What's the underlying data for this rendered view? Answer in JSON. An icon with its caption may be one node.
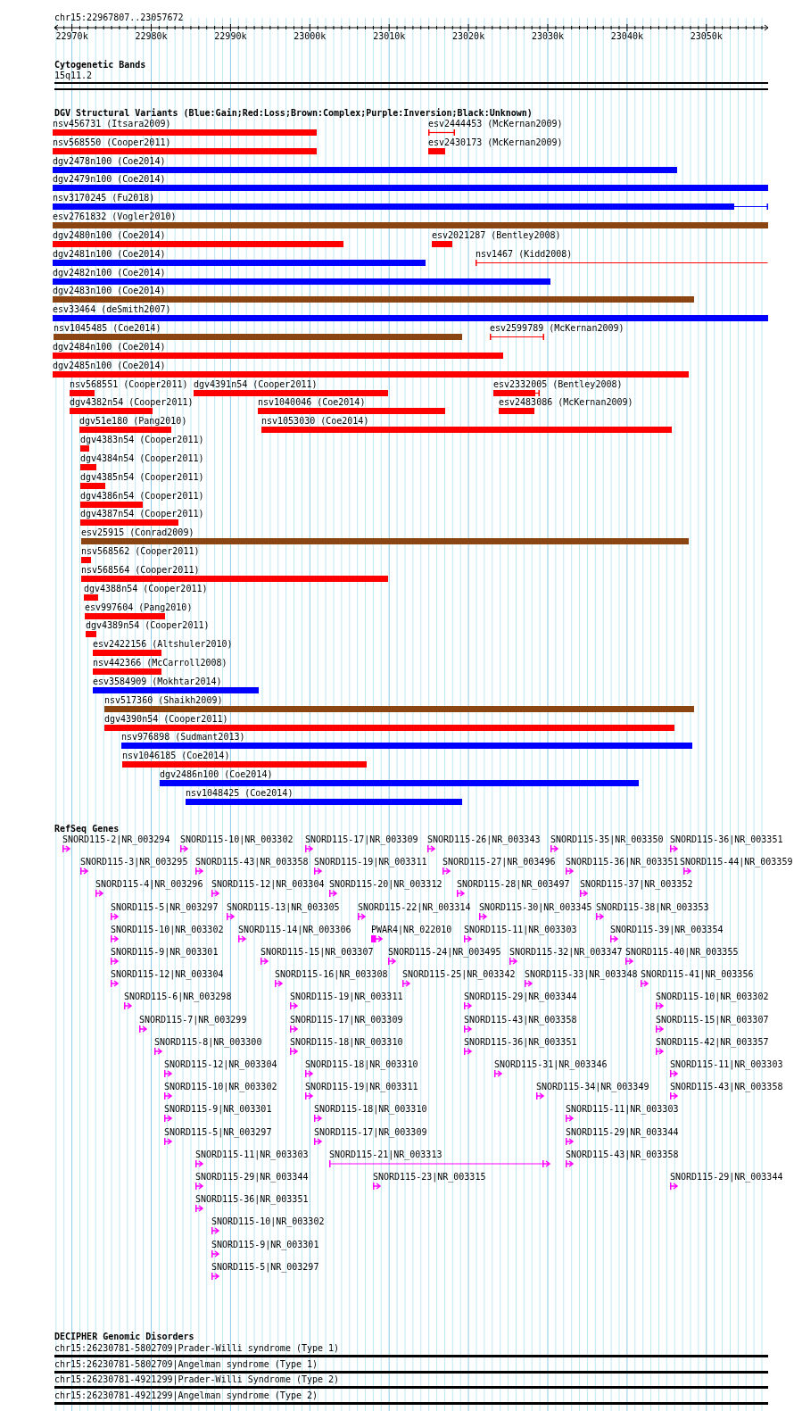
{
  "diagram": {
    "nodes": [
      {
        "text": [
          "15q11.2"
        ]
      },
      {
        "text": [
          "nsv456731 (Itsara2009)"
        ]
      },
      {
        "text": [
          "esv2444453 (McKernan2009)"
        ]
      },
      {
        "text": [
          "nsv568550 (Cooper2011)"
        ]
      },
      {
        "text": [
          "esv2430173 (McKernan2009)"
        ]
      },
      {
        "text": [
          "dgv2478n100 (Coe2014)"
        ]
      },
      {
        "text": [
          "dgv2479n100 (Coe2014)"
        ]
      },
      {
        "text": [
          "nsv3170245 (Fu2018)"
        ]
      },
      {
        "text": [
          "esv2761832 (Vogler2010)"
        ]
      },
      {
        "text": [
          "dgv2480n100 (Coe2014)"
        ]
      },
      {
        "text": [
          "esv2021287 (Bentley2008)"
        ]
      },
      {
        "text": [
          "dgv2481n100 (Coe2014)"
        ]
      },
      {
        "text": [
          "nsv1467 (Kidd2008)"
        ]
      },
      {
        "text": [
          "dgv2482n100 (Coe2014)"
        ]
      },
      {
        "text": [
          "dgv2483n100 (Coe2014)"
        ]
      },
      {
        "text": [
          "esv33464 (deSmith2007)"
        ]
      },
      {
        "text": [
          "nsv1045485 (Coe2014)"
        ]
      },
      {
        "text": [
          "esv2599789 (McKernan2009)"
        ]
      },
      {
        "text": [
          "dgv2484n100 (Coe2014)"
        ]
      },
      {
        "text": [
          "dgv2485n100 (Coe2014)"
        ]
      },
      {
        "text": [
          "nsv568551 (Cooper2011)"
        ]
      },
      {
        "text": [
          "dgv4391n54 (Cooper2011)"
        ]
      },
      {
        "text": [
          "esv2332005 (Bentley2008)"
        ]
      },
      {
        "text": [
          "dgv4382n54 (Cooper2011)"
        ]
      },
      {
        "text": [
          "nsv1040046 (Coe2014)"
        ]
      },
      {
        "text": [
          "esv2483086 (McKernan2009)"
        ]
      },
      {
        "text": [
          "dgv51e180 (Pang2010)"
        ]
      },
      {
        "text": [
          "nsv1053030 (Coe2014)"
        ]
      },
      {
        "text": [
          "dgv4383n54 (Cooper2011)"
        ]
      },
      {
        "text": [
          "dgv4384n54 (Cooper2011)"
        ]
      },
      {
        "text": [
          "dgv4385n54 (Cooper2011)"
        ]
      },
      {
        "text": [
          "dgv4386n54 (Cooper2011)"
        ]
      },
      {
        "text": [
          "dgv4387n54 (Cooper2011)"
        ]
      },
      {
        "text": [
          "esv25915 (Conrad2009)"
        ]
      },
      {
        "text": [
          "nsv568562 (Cooper2011)"
        ]
      },
      {
        "text": [
          "nsv568564 (Cooper2011)"
        ]
      },
      {
        "text": [
          "dgv4388n54 (Cooper2011)"
        ]
      },
      {
        "text": [
          "esv997604 (Pang2010)"
        ]
      },
      {
        "text": [
          "dgv4389n54 (Cooper2011)"
        ]
      },
      {
        "text": [
          "esv2422156 (Altshuler2010)"
        ]
      },
      {
        "text": [
          "nsv442366 (McCarroll2008)"
        ]
      },
      {
        "text": [
          "esv3584909 (Mokhtar2014)"
        ]
      },
      {
        "text": [
          "nsv517360 (Shaikh2009)"
        ]
      },
      {
        "text": [
          "dgv4390n54 (Cooper2011)"
        ]
      },
      {
        "text": [
          "nsv976898 (Sudmant2013)"
        ]
      },
      {
        "text": [
          "nsv1046185 (Coe2014)"
        ]
      },
      {
        "text": [
          "dgv2486n100 (Coe2014)"
        ]
      },
      {
        "text": [
          "nsv1048425 (Coe2014)"
        ]
      },
      {
        "text": [
          "SNORD115-2|NR_003294"
        ]
      },
      {
        "text": [
          "SNORD115-10|NR_003302"
        ]
      },
      {
        "text": [
          "SNORD115-17|NR_003309"
        ]
      },
      {
        "text": [
          "SNORD115-26|NR_003343"
        ]
      },
      {
        "text": [
          "SNORD115-35|NR_003350"
        ]
      },
      {
        "text": [
          "SNORD115-36|NR_003351"
        ]
      },
      {
        "text": [
          "SNORD115-3|NR_003295"
        ]
      },
      {
        "text": [
          "SNORD115-43|NR_003358"
        ]
      },
      {
        "text": [
          "SNORD115-19|NR_003311"
        ]
      },
      {
        "text": [
          "SNORD115-27|NR_003496"
        ]
      },
      {
        "text": [
          "SNORD115-36|NR_003351"
        ]
      },
      {
        "text": [
          "SNORD115-44|NR_003359"
        ]
      },
      {
        "text": [
          "SNORD115-4|NR_003296"
        ]
      },
      {
        "text": [
          "SNORD115-12|NR_003304"
        ]
      },
      {
        "text": [
          "SNORD115-20|NR_003312"
        ]
      },
      {
        "text": [
          "SNORD115-28|NR_003497"
        ]
      },
      {
        "text": [
          "SNORD115-37|NR_003352"
        ]
      },
      {
        "text": [
          "SNORD115-5|NR_003297"
        ]
      },
      {
        "text": [
          "SNORD115-13|NR_003305"
        ]
      },
      {
        "text": [
          "SNORD115-22|NR_003314"
        ]
      },
      {
        "text": [
          "SNORD115-30|NR_003345"
        ]
      },
      {
        "text": [
          "SNORD115-38|NR_003353"
        ]
      },
      {
        "text": [
          "SNORD115-10|NR_003302"
        ]
      },
      {
        "text": [
          "SNORD115-14|NR_003306"
        ]
      },
      {
        "text": [
          "PWAR4|NR_022010"
        ]
      },
      {
        "text": [
          "SNORD115-11|NR_003303"
        ]
      },
      {
        "text": [
          "SNORD115-39|NR_003354"
        ]
      },
      {
        "text": [
          "SNORD115-9|NR_003301"
        ]
      },
      {
        "text": [
          "SNORD115-15|NR_003307"
        ]
      },
      {
        "text": [
          "SNORD115-24|NR_003495"
        ]
      },
      {
        "text": [
          "SNORD115-32|NR_003347"
        ]
      },
      {
        "text": [
          "SNORD115-40|NR_003355"
        ]
      },
      {
        "text": [
          "SNORD115-12|NR_003304"
        ]
      },
      {
        "text": [
          "SNORD115-16|NR_003308"
        ]
      },
      {
        "text": [
          "SNORD115-25|NR_003342"
        ]
      },
      {
        "text": [
          "SNORD115-33|NR_003348"
        ]
      },
      {
        "text": [
          "SNORD115-41|NR_003356"
        ]
      },
      {
        "text": [
          "SNORD115-6|NR_003298"
        ]
      },
      {
        "text": [
          "SNORD115-19|NR_003311"
        ]
      },
      {
        "text": [
          "SNORD115-29|NR_003344"
        ]
      },
      {
        "text": [
          "SNORD115-10|NR_003302"
        ]
      },
      {
        "text": [
          "SNORD115-7|NR_003299"
        ]
      },
      {
        "text": [
          "SNORD115-17|NR_003309"
        ]
      },
      {
        "text": [
          "SNORD115-43|NR_003358"
        ]
      },
      {
        "text": [
          "SNORD115-15|NR_003307"
        ]
      },
      {
        "text": [
          "SNORD115-8|NR_003300"
        ]
      },
      {
        "text": [
          "SNORD115-18|NR_003310"
        ]
      },
      {
        "text": [
          "SNORD115-36|NR_003351"
        ]
      },
      {
        "text": [
          "SNORD115-42|NR_003357"
        ]
      },
      {
        "text": [
          "SNORD115-12|NR_003304"
        ]
      },
      {
        "text": [
          "SNORD115-18|NR_003310"
        ]
      },
      {
        "text": [
          "SNORD115-31|NR_003346"
        ]
      },
      {
        "text": [
          "SNORD115-11|NR_003303"
        ]
      },
      {
        "text": [
          "SNORD115-10|NR_003302"
        ]
      },
      {
        "text": [
          "SNORD115-19|NR_003311"
        ]
      },
      {
        "text": [
          "SNORD115-34|NR_003349"
        ]
      },
      {
        "text": [
          "SNORD115-43|NR_003358"
        ]
      },
      {
        "text": [
          "SNORD115-9|NR_003301"
        ]
      },
      {
        "text": [
          "SNORD115-18|NR_003310"
        ]
      },
      {
        "text": [
          "SNORD115-11|NR_003303"
        ]
      },
      {
        "text": [
          "SNORD115-5|NR_003297"
        ]
      },
      {
        "text": [
          "SNORD115-17|NR_003309"
        ]
      },
      {
        "text": [
          "SNORD115-29|NR_003344"
        ]
      },
      {
        "text": [
          "SNORD115-11|NR_003303"
        ]
      },
      {
        "text": [
          "SNORD115-21|NR_003313"
        ]
      },
      {
        "text": [
          "SNORD115-43|NR_003358"
        ]
      },
      {
        "text": [
          "SNORD115-29|NR_003344"
        ]
      },
      {
        "text": [
          "SNORD115-23|NR_003315"
        ]
      },
      {
        "text": [
          "SNORD115-29|NR_003344"
        ]
      },
      {
        "text": [
          "SNORD115-36|NR_003351"
        ]
      },
      {
        "text": [
          "SNORD115-10|NR_003302"
        ]
      },
      {
        "text": [
          "SNORD115-9|NR_003301"
        ]
      },
      {
        "text": [
          "SNORD115-5|NR_003297"
        ]
      },
      {
        "text": [
          "chr15:26230781-5802709|Prader-Willi syndrome (Type 1)"
        ]
      },
      {
        "text": [
          "chr15:26230781-5802709|Angelman syndrome (Type 1)"
        ]
      },
      {
        "text": [
          "chr15:26230781-4921299|Prader-Willi Syndrome (Type 2)"
        ]
      },
      {
        "text": [
          "chr15:26230781-4921299|Angelman syndrome (Type 2)"
        ]
      }
    ],
    "labels": [
      "chr15:22967807..23057672",
      "22970k",
      "22980k",
      "22990k",
      "23000k",
      "23010k",
      "23020k",
      "23030k",
      "23040k",
      "23050k",
      "Cytogenetic Bands",
      "DGV Structural Variants (Blue:Gain;Red:Loss;Brown:Complex;Purple:Inversion;Black:Unknown)",
      "RefSeq Genes",
      "DECIPHER Genomic Disorders"
    ]
  }
}
